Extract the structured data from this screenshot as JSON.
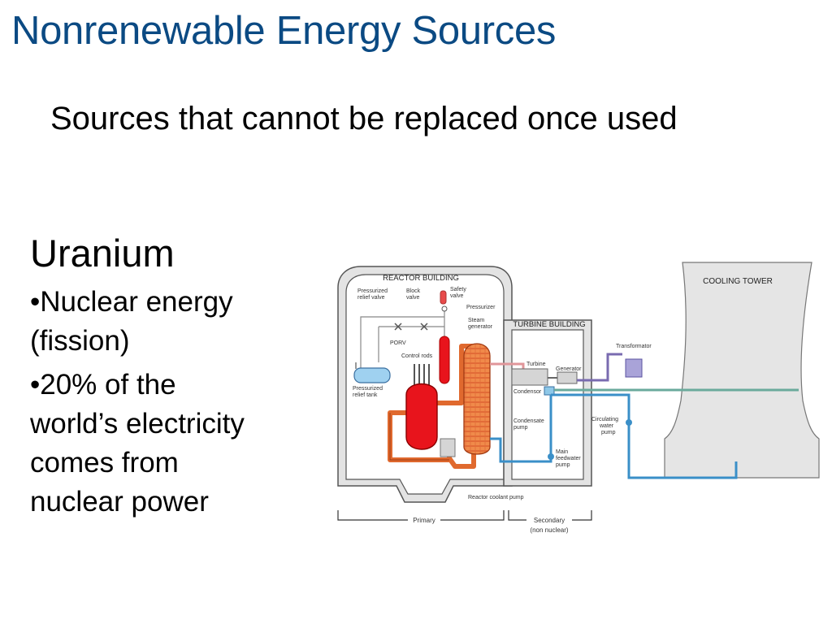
{
  "title": "Nonrenewable Energy Sources",
  "subtitle": "Sources that cannot be replaced once used",
  "section": {
    "heading": "Uranium",
    "bullets": [
      {
        "lines": [
          "•Nuclear energy",
          "(fission)"
        ]
      },
      {
        "lines": [
          "•20% of the",
          "world’s electricity",
          "comes from",
          "nuclear power"
        ]
      }
    ]
  },
  "diagram": {
    "labels": {
      "reactor_building": "REACTOR BUILDING",
      "turbine_building": "TURBINE BUILDING",
      "cooling_tower": "COOLING TOWER",
      "pressurized_relief_valve": [
        "Pressurized",
        "relief valve"
      ],
      "block_valve": [
        "Block",
        "valve"
      ],
      "safety_valve": [
        "Safety",
        "valve"
      ],
      "pressurizer": "Pressurizer",
      "steam_generator": [
        "Steam",
        "generator"
      ],
      "porv": "PORV",
      "control_rods": "Control rods",
      "pressurized_relief_tank": [
        "Pressurized",
        "relief tank"
      ],
      "turbine": "Turbine",
      "generator": "Generator",
      "transformator": "Transformator",
      "condensor": "Condensor",
      "condensate_pump": [
        "Condensate",
        "pump"
      ],
      "main_feedwater_pump": [
        "Main",
        "feedwater",
        "pump"
      ],
      "circulating_water_pump": [
        "Circulating",
        "water",
        "pump"
      ],
      "reactor_coolant_pump": "Reactor coolant pump",
      "primary": "Primary",
      "secondary": "Secondary",
      "non_nuclear": "(non nuclear)"
    },
    "colors": {
      "reactor_core": "#e8141c",
      "primary_loop": "#e0692e",
      "secondary_loop": "#3a8fc8",
      "cooling_loop": "#6aaa9c",
      "electric_line": "#7a6bb0",
      "building_fill": "#e3e3e3",
      "building_stroke": "#555555"
    }
  }
}
